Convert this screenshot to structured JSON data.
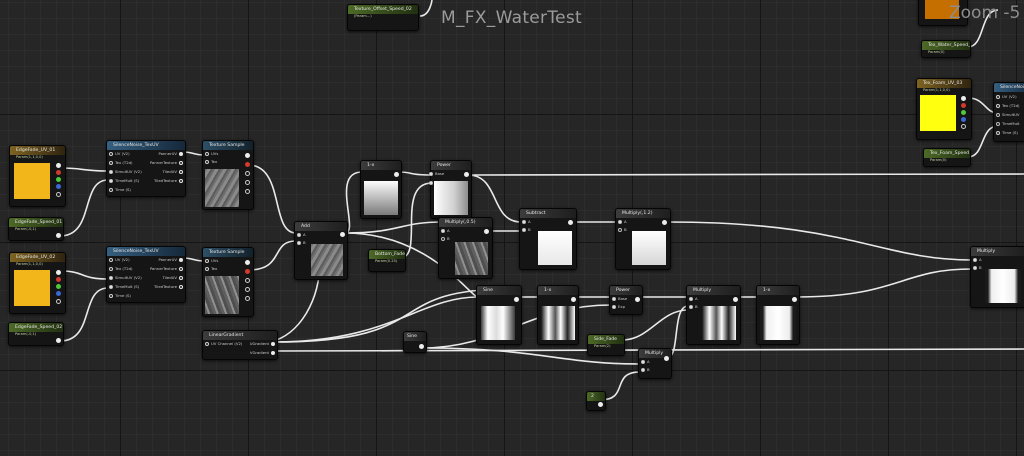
{
  "graph": {
    "title": "M_FX_WaterTest",
    "zoom": "Zoom -5"
  },
  "nodes": {
    "texture_offset_speed": {
      "title": "Texture_Offset_Speed_02",
      "sub": "(Param...)"
    },
    "tex_water_speed": {
      "title": "Tex_Water_Speed_02",
      "sub": "Param(0)"
    },
    "tex_foam_uv": {
      "title": "Tex_Foam_UV_03",
      "sub": "Param(1,1,0,0)"
    },
    "tex_foam_speed": {
      "title": "Tex_Foam_Speed",
      "sub": "Param(0)"
    },
    "silence_noise_right": {
      "title": "SilenceNoise",
      "pins": [
        "UV (V2)",
        "Tex (T2d)",
        "SimultUV",
        "TimeMult",
        "Time (S)"
      ]
    },
    "edgefade_uv_01": {
      "title": "EdgeFade_UV_01",
      "sub": "Param(1,1,0,0)"
    },
    "edgefade_speed_01": {
      "title": "EdgeFade_Speed_01",
      "sub": "Param(-0,1)"
    },
    "edgefade_uv_02": {
      "title": "EdgeFade_UV_02",
      "sub": "Param(1,1,0,0)"
    },
    "edgefade_speed_02": {
      "title": "EdgeFade_Speed_02",
      "sub": "Param(-0,1)"
    },
    "silence_noise_1": {
      "title": "SilenceNoise_TexUV",
      "inputs": [
        "UV (V2)",
        "Tex (T2d)",
        "SimultUV (V2)",
        "TimeMult (S)",
        "Time (S)"
      ],
      "outputs": [
        "PannerUV",
        "PannerTexture",
        "TiledUV",
        "TiledTexture"
      ]
    },
    "silence_noise_2": {
      "title": "SilenceNoise_TexUV",
      "inputs": [
        "UV (V2)",
        "Tex (T2d)",
        "SimultUV (V2)",
        "TimeMult (S)",
        "Time (S)"
      ],
      "outputs": [
        "PannerUV",
        "PannerTexture",
        "TiledUV",
        "TiledTexture"
      ]
    },
    "texture_sample_1": {
      "title": "Texture Sample",
      "inputs": [
        "UVs",
        "Tex"
      ]
    },
    "texture_sample_2": {
      "title": "Texture Sample",
      "inputs": [
        "UVs",
        "Tex"
      ]
    },
    "linear_gradient": {
      "title": "LinearGradient",
      "inputs": [
        "UV Channel (V2)"
      ],
      "outputs": [
        "UGradient",
        "VGradient"
      ]
    },
    "add": {
      "title": "Add",
      "inputs": [
        "A",
        "B"
      ]
    },
    "one_minus_1": {
      "title": "1-x"
    },
    "power_1": {
      "title": "Power",
      "inputs": [
        "Base",
        "Exp"
      ]
    },
    "bottom_fade": {
      "title": "Bottom_Fade",
      "sub": "Param(0.25)"
    },
    "multiply_0_5": {
      "title": "Multiply(,0.5)",
      "inputs": [
        "A",
        "B"
      ]
    },
    "subtract": {
      "title": "Subtract",
      "inputs": [
        "A",
        "B"
      ]
    },
    "multiply_2": {
      "title": "Multiply(,1.2)",
      "inputs": [
        "A",
        "B"
      ]
    },
    "multiply_final": {
      "title": "Multiply",
      "inputs": [
        "A",
        "B"
      ]
    },
    "sine_1": {
      "title": "Sine"
    },
    "one_minus_2": {
      "title": "1-x"
    },
    "power_2": {
      "title": "Power",
      "inputs": [
        "Base",
        "Exp"
      ]
    },
    "multiply_3": {
      "title": "Multiply",
      "inputs": [
        "A",
        "B"
      ]
    },
    "one_minus_3": {
      "title": "1-x"
    },
    "sine_2": {
      "title": "Sine"
    },
    "side_fade": {
      "title": "Side_Fade",
      "sub": "Param(2)"
    },
    "multiply_4": {
      "title": "Multiply",
      "inputs": [
        "A",
        "B"
      ]
    },
    "const_2": {
      "title": "2"
    }
  }
}
